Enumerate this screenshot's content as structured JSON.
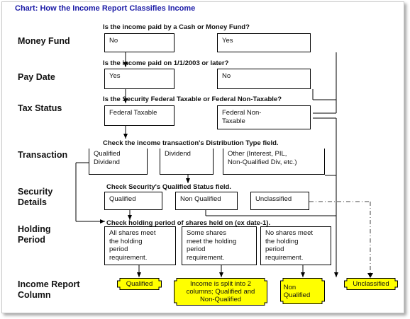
{
  "title": "Chart:  How the Income Report Classifies Income",
  "rows": {
    "money_fund": "Money Fund",
    "pay_date": "Pay Date",
    "tax_status": "Tax Status",
    "transaction": "Transaction",
    "security_details": "Security\nDetails",
    "holding_period": "Holding\nPeriod",
    "income_report_column": "Income Report\nColumn"
  },
  "questions": {
    "q1": "Is the income paid by a Cash or Money Fund?",
    "q2": "Is the income paid on 1/1/2003 or later?",
    "q3": "Is the Security Federal Taxable or Federal Non-Taxable?",
    "q4": "Check the income transaction's Distribution Type field.",
    "q5": "Check Security's Qualified Status field.",
    "q6": "Check holding period of shares held on (ex date-1)."
  },
  "boxes": {
    "mf_no": "No",
    "mf_yes": "Yes",
    "pd_yes": "Yes",
    "pd_no": "No",
    "tax_taxable": "Federal Taxable",
    "tax_nontaxable": "Federal Non-\nTaxable",
    "tr_qualified": "Qualified\nDividend",
    "tr_dividend": "Dividend",
    "tr_other": "Other (Interest, PIL,\nNon-Qualified Div, etc.)",
    "sd_qualified": "Qualified",
    "sd_nonqualified": "Non Qualified",
    "sd_unclassified": "Unclassified",
    "hp_all": "All shares meet\nthe holding\nperiod\nrequirement.",
    "hp_some": "Some shares\nmeet the holding\nperiod\nrequirement.",
    "hp_none": "No shares meet\nthe holding\nperiod\nrequirement."
  },
  "results": {
    "qualified": "Qualified",
    "split": "Income is split into 2\ncolumns; Qualified and\nNon-Qualified",
    "non_qualified": "Non\nQualified",
    "unclassified": "Unclassified"
  },
  "colors": {
    "title": "#1a1aa6",
    "result_fill": "#ffff00"
  }
}
